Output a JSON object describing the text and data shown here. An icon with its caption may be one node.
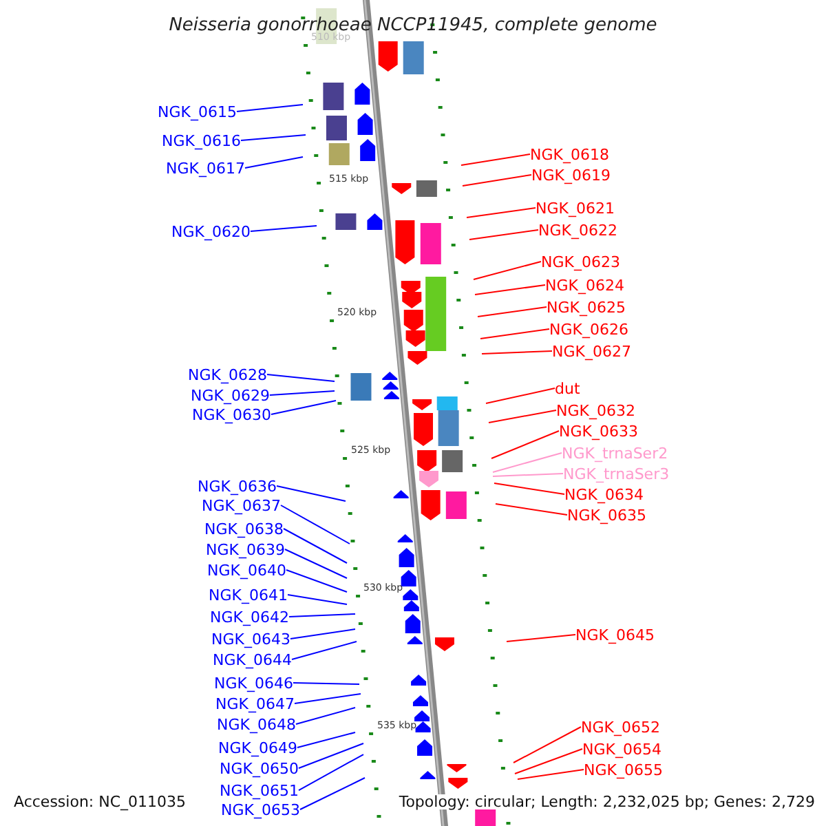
{
  "diagram": {
    "title": "Neisseria gonorrhoeae NCCP11945, complete genome",
    "nodes": [
      {
        "text": [
          "NGK_0615"
        ]
      },
      {
        "text": [
          "NGK_0616"
        ]
      },
      {
        "text": [
          "NGK_0617"
        ]
      },
      {
        "text": [
          "NGK_0620"
        ]
      },
      {
        "text": [
          "NGK_0628"
        ]
      },
      {
        "text": [
          "NGK_0629"
        ]
      },
      {
        "text": [
          "NGK_0630"
        ]
      },
      {
        "text": [
          "NGK_0636"
        ]
      },
      {
        "text": [
          "NGK_0637"
        ]
      },
      {
        "text": [
          "NGK_0638"
        ]
      },
      {
        "text": [
          "NGK_0639"
        ]
      },
      {
        "text": [
          "NGK_0640"
        ]
      },
      {
        "text": [
          "NGK_0641"
        ]
      },
      {
        "text": [
          "NGK_0642"
        ]
      },
      {
        "text": [
          "NGK_0643"
        ]
      },
      {
        "text": [
          "NGK_0644"
        ]
      },
      {
        "text": [
          "NGK_0646"
        ]
      },
      {
        "text": [
          "NGK_0647"
        ]
      },
      {
        "text": [
          "NGK_0648"
        ]
      },
      {
        "text": [
          "NGK_0649"
        ]
      },
      {
        "text": [
          "NGK_0650"
        ]
      },
      {
        "text": [
          "NGK_0651"
        ]
      },
      {
        "text": [
          "NGK_0653"
        ]
      },
      {
        "text": [
          "NGK_0618"
        ]
      },
      {
        "text": [
          "NGK_0619"
        ]
      },
      {
        "text": [
          "NGK_0621"
        ]
      },
      {
        "text": [
          "NGK_0622"
        ]
      },
      {
        "text": [
          "NGK_0623"
        ]
      },
      {
        "text": [
          "NGK_0624"
        ]
      },
      {
        "text": [
          "NGK_0625"
        ]
      },
      {
        "text": [
          "NGK_0626"
        ]
      },
      {
        "text": [
          "NGK_0627"
        ]
      },
      {
        "text": [
          "dut"
        ]
      },
      {
        "text": [
          "NGK_0632"
        ]
      },
      {
        "text": [
          "NGK_0633"
        ]
      },
      {
        "text": [
          "NGK_trnaSer2"
        ]
      },
      {
        "text": [
          "NGK_trnaSer3"
        ]
      },
      {
        "text": [
          "NGK_0634"
        ]
      },
      {
        "text": [
          "NGK_0635"
        ]
      },
      {
        "text": [
          "NGK_0645"
        ]
      },
      {
        "text": [
          "NGK_0652"
        ]
      },
      {
        "text": [
          "NGK_0654"
        ]
      },
      {
        "text": [
          "NGK_0655"
        ]
      }
    ],
    "edges": [
      {
        "from": 0,
        "to": null,
        "arrow": "none"
      },
      {
        "from": 1,
        "to": null,
        "arrow": "none"
      },
      {
        "from": 2,
        "to": null,
        "arrow": "none"
      },
      {
        "from": 3,
        "to": null,
        "arrow": "none"
      },
      {
        "from": 4,
        "to": null,
        "arrow": "none"
      },
      {
        "from": 5,
        "to": null,
        "arrow": "none"
      },
      {
        "from": 6,
        "to": null,
        "arrow": "none"
      },
      {
        "from": 7,
        "to": null,
        "arrow": "none"
      },
      {
        "from": 8,
        "to": null,
        "arrow": "none"
      },
      {
        "from": 9,
        "to": null,
        "arrow": "none"
      },
      {
        "from": 10,
        "to": null,
        "arrow": "none"
      },
      {
        "from": 11,
        "to": null,
        "arrow": "none"
      },
      {
        "from": 12,
        "to": null,
        "arrow": "none"
      },
      {
        "from": 13,
        "to": null,
        "arrow": "none"
      },
      {
        "from": 14,
        "to": null,
        "arrow": "none"
      },
      {
        "from": 15,
        "to": null,
        "arrow": "none"
      },
      {
        "from": 16,
        "to": null,
        "arrow": "none"
      },
      {
        "from": 17,
        "to": null,
        "arrow": "none"
      },
      {
        "from": 18,
        "to": null,
        "arrow": "none"
      },
      {
        "from": 19,
        "to": null,
        "arrow": "none"
      },
      {
        "from": 20,
        "to": null,
        "arrow": "none"
      },
      {
        "from": 21,
        "to": null,
        "arrow": "none"
      },
      {
        "from": 22,
        "to": null,
        "arrow": "none"
      },
      {
        "from": 23,
        "to": null,
        "arrow": "none",
        "color": "#ff0000"
      },
      {
        "from": 24,
        "to": null,
        "arrow": "none",
        "color": "#ff0000"
      },
      {
        "from": 25,
        "to": null,
        "arrow": "none",
        "color": "#ff0000"
      },
      {
        "from": 26,
        "to": null,
        "arrow": "none",
        "color": "#ff0000"
      },
      {
        "from": 27,
        "to": null,
        "arrow": "none",
        "color": "#ff0000"
      },
      {
        "from": 28,
        "to": null,
        "arrow": "none",
        "color": "#ff0000"
      },
      {
        "from": 29,
        "to": null,
        "arrow": "none",
        "color": "#ff0000"
      },
      {
        "from": 30,
        "to": null,
        "arrow": "none",
        "color": "#ff0000"
      },
      {
        "from": 31,
        "to": null,
        "arrow": "none",
        "color": "#ff0000"
      },
      {
        "from": 32,
        "to": null,
        "arrow": "none",
        "color": "#ff0000"
      },
      {
        "from": 33,
        "to": null,
        "arrow": "none",
        "color": "#ff0000"
      },
      {
        "from": 34,
        "to": null,
        "arrow": "none",
        "color": "#ff0000"
      },
      {
        "from": 35,
        "to": null,
        "arrow": "none",
        "color": "#ff99cc"
      },
      {
        "from": 36,
        "to": null,
        "arrow": "none",
        "color": "#ff99cc"
      },
      {
        "from": 37,
        "to": null,
        "arrow": "none",
        "color": "#ff0000"
      },
      {
        "from": 38,
        "to": null,
        "arrow": "none",
        "color": "#ff0000"
      },
      {
        "from": 39,
        "to": null,
        "arrow": "none",
        "color": "#ff0000"
      },
      {
        "from": 40,
        "to": null,
        "arrow": "none",
        "color": "#ff0000"
      },
      {
        "from": 41,
        "to": null,
        "arrow": "none",
        "color": "#ff0000"
      },
      {
        "from": 42,
        "to": null,
        "arrow": "none",
        "color": "#ff0000"
      }
    ],
    "labels": [
      "510 kbp",
      "515 kbp",
      "520 kbp",
      "525 kbp",
      "530 kbp",
      "535 kbp",
      "Accession: NC_011035",
      "Topology: circular; Length: 2,232,025 bp; Genes: 2,729"
    ]
  }
}
